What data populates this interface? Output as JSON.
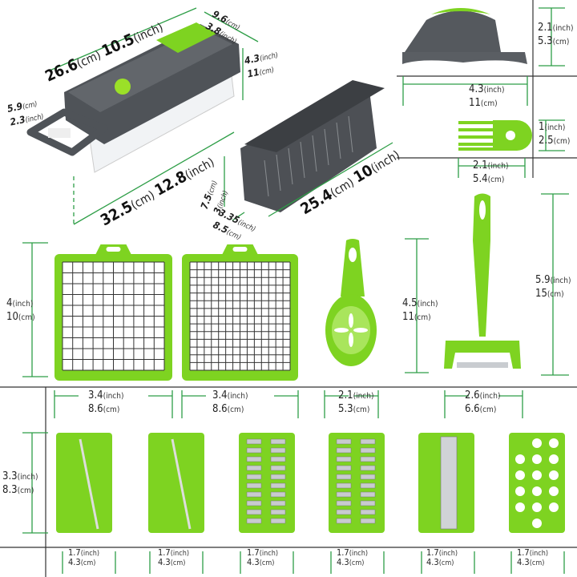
{
  "colors": {
    "green": "#7ed321",
    "green_dark": "#5cb31a",
    "dim_line": "#2e9e47",
    "gray_body": "#505459",
    "gray_light": "#6a6e73",
    "divider": "#333333"
  },
  "dimensions": [
    {
      "item": "chopper-length-top",
      "value": "26.6",
      "unit": "(cm)",
      "value2": "10.5",
      "unit2": "(inch)"
    },
    {
      "item": "chopper-width",
      "value": "9.6",
      "unit": "(cm)",
      "value2": "3.8",
      "unit2": "(inch)"
    },
    {
      "item": "chopper-height",
      "value": "4.3",
      "unit": "(inch)",
      "value2": "11",
      "unit2": "(cm)"
    },
    {
      "item": "chopper-handle",
      "value": "5.9",
      "unit": "(cm)",
      "value2": "2.3",
      "unit2": "(inch)"
    },
    {
      "item": "chopper-length-bottom",
      "value": "32.5",
      "unit": "(cm)",
      "value2": "12.8",
      "unit2": "(inch)"
    },
    {
      "item": "basket-height",
      "value": "7.5",
      "unit": "(cm)",
      "value2": "3",
      "unit2": "(inch)"
    },
    {
      "item": "basket-width",
      "value": "3.35",
      "unit": "(inch)",
      "value2": "8.5",
      "unit2": "(cm)"
    },
    {
      "item": "basket-length",
      "value": "25.4",
      "unit": "(cm)",
      "value2": "10",
      "unit2": "(inch)"
    },
    {
      "item": "hand-guard-height",
      "value": "2.1",
      "unit": "(inch)",
      "value2": "5.3",
      "unit2": "(cm)"
    },
    {
      "item": "hand-guard-width",
      "value": "4.3",
      "unit": "(inch)",
      "value2": "11",
      "unit2": "(cm)"
    },
    {
      "item": "cleaning-rake-height",
      "value": "1",
      "unit": "(inch)",
      "value2": "2.5",
      "unit2": "(cm)"
    },
    {
      "item": "cleaning-rake-width",
      "value": "2.1",
      "unit": "(inch)",
      "value2": "5.4",
      "unit2": "(cm)"
    },
    {
      "item": "dicing-grid-height",
      "value": "4",
      "unit": "(inch)",
      "value2": "10",
      "unit2": "(cm)"
    },
    {
      "item": "dicing-grid-1-width",
      "value": "3.4",
      "unit": "(inch)",
      "value2": "8.6",
      "unit2": "(cm)"
    },
    {
      "item": "dicing-grid-2-width",
      "value": "3.4",
      "unit": "(inch)",
      "value2": "8.6",
      "unit2": "(cm)"
    },
    {
      "item": "egg-separator-height",
      "value": "4.5",
      "unit": "(inch)",
      "value2": "11",
      "unit2": "(cm)"
    },
    {
      "item": "egg-separator-width",
      "value": "2.1",
      "unit": "(inch)",
      "value2": "5.3",
      "unit2": "(cm)"
    },
    {
      "item": "peeler-height",
      "value": "5.9",
      "unit": "(inch)",
      "value2": "15",
      "unit2": "(cm)"
    },
    {
      "item": "peeler-width",
      "value": "2.6",
      "unit": "(inch)",
      "value2": "6.6",
      "unit2": "(cm)"
    },
    {
      "item": "blade-height",
      "value": "3.3",
      "unit": "(inch)",
      "value2": "8.3",
      "unit2": "(cm)"
    },
    {
      "item": "blade-1-width",
      "value": "1.7",
      "unit": "(inch)",
      "value2": "4.3",
      "unit2": "(cm)"
    },
    {
      "item": "blade-2-width",
      "value": "1.7",
      "unit": "(inch)",
      "value2": "4.3",
      "unit2": "(cm)"
    },
    {
      "item": "blade-3-width",
      "value": "1.7",
      "unit": "(inch)",
      "value2": "4.3",
      "unit2": "(cm)"
    },
    {
      "item": "blade-4-width",
      "value": "1.7",
      "unit": "(inch)",
      "value2": "4.3",
      "unit2": "(cm)"
    },
    {
      "item": "blade-5-width",
      "value": "1.7",
      "unit": "(inch)",
      "value2": "4.3",
      "unit2": "(cm)"
    },
    {
      "item": "blade-6-width",
      "value": "1.7",
      "unit": "(inch)",
      "value2": "4.3",
      "unit2": "(cm)"
    }
  ]
}
